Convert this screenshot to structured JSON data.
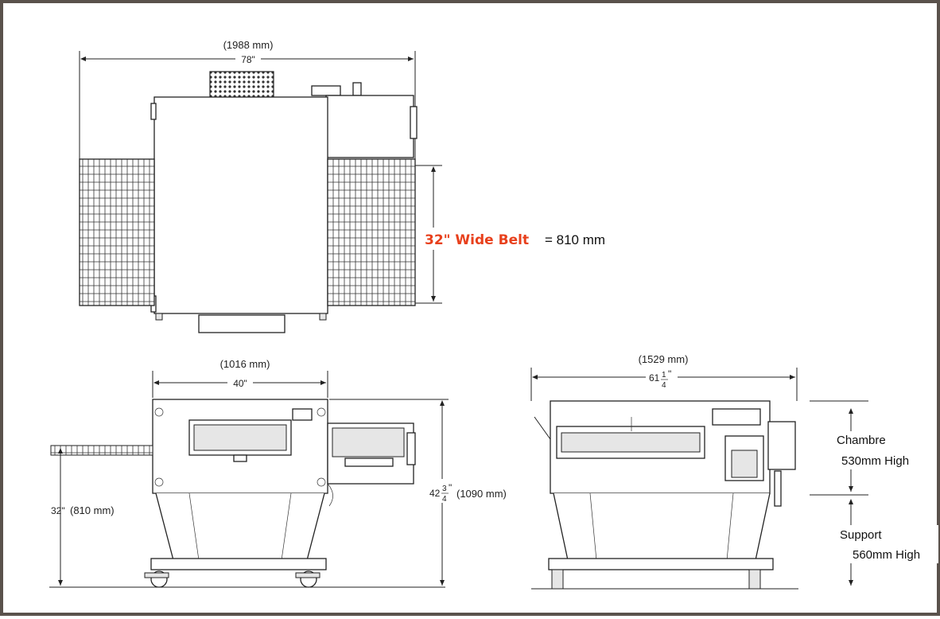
{
  "top_view": {
    "overall_width_mm": "(1988 mm)",
    "overall_width_in": "78\"",
    "belt_label": "32\" Wide Belt",
    "belt_value": "= 810 mm"
  },
  "front_view": {
    "width_mm": "(1016 mm)",
    "width_in": "40\"",
    "belt_height_in": "32\"",
    "belt_height_mm": "(810 mm)",
    "total_height_whole": "42",
    "total_height_num": "3",
    "total_height_den": "4",
    "total_height_unit": "\"",
    "total_height_mm": "(1090 mm)"
  },
  "side_view": {
    "depth_mm": "(1529 mm)",
    "depth_whole": "61",
    "depth_num": "1",
    "depth_den": "4",
    "depth_unit": "\"",
    "chamber_label": "Chambre",
    "chamber_height": "530mm High",
    "support_label": "Support",
    "support_height": "560mm High"
  },
  "colors": {
    "frame": "#5a524c",
    "accent": "#e8401c"
  }
}
